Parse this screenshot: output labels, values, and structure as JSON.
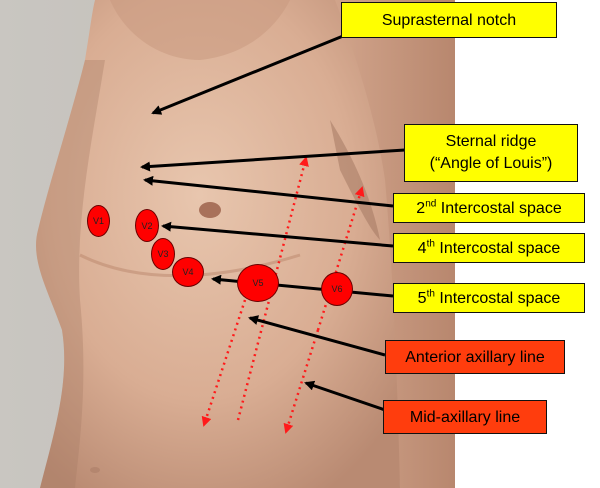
{
  "colors": {
    "label_yellow": "#ffff00",
    "label_orange": "#ff3d0d",
    "arrow_black": "#000000",
    "axillary_line_red": "#ff1a1a",
    "electrode_red": "#ff0000",
    "skin_tone": "#dcb39b"
  },
  "labels": {
    "suprasternal_notch": "Suprasternal notch",
    "sternal_ridge_line1": "Sternal ridge",
    "sternal_ridge_line2": "(“Angle of Louis”)",
    "ics2_num": "2",
    "ics2_sup": "nd",
    "ics2_text": " Intercostal space",
    "ics4_num": "4",
    "ics4_sup": "th",
    "ics4_text": " Intercostal space",
    "ics5_num": "5",
    "ics5_sup": "th",
    "ics5_text": " Intercostal space",
    "anterior_axillary": "Anterior axillary line",
    "mid_axillary": "Mid-axillary line"
  },
  "electrodes": {
    "v1": "V1",
    "v2": "V2",
    "v3": "V3",
    "v4": "V4",
    "v5": "V5",
    "v6": "V6"
  }
}
